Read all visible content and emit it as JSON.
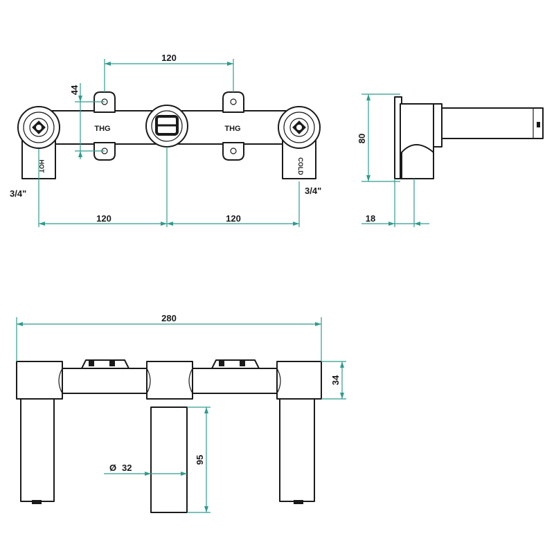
{
  "dimensions": {
    "top_span": "120",
    "bracket_height": "44",
    "left_span": "120",
    "right_span": "120",
    "side_height": "80",
    "side_depth": "18",
    "total_width": "280",
    "body_height": "34",
    "leg_length": "95",
    "pipe_diameter": "32",
    "diameter_symbol": "Ø"
  },
  "labels": {
    "brand_left": "THG",
    "brand_right": "THG",
    "hot": "HOT",
    "cold": "COLD",
    "thread_left": "3/4\"",
    "thread_right": "3/4\""
  },
  "colors": {
    "dimension_line": "#2e9c8c",
    "outline": "#1a1a1a"
  }
}
